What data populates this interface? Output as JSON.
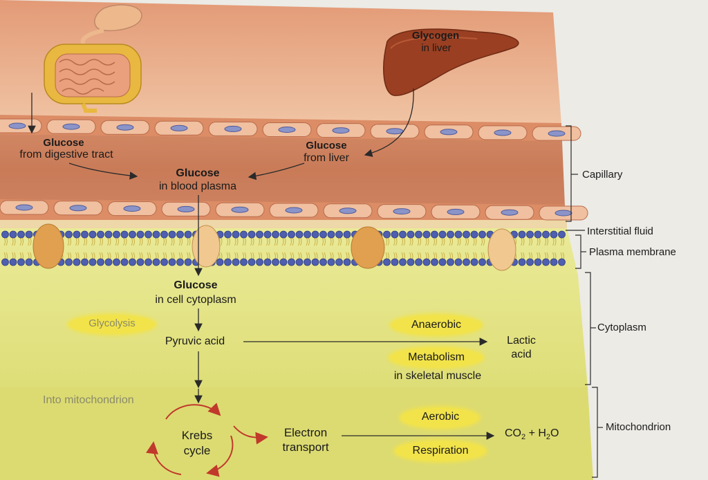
{
  "labels": {
    "glycogen_line1": "Glycogen",
    "glycogen_line2": "in liver",
    "glucose_digestive_line1": "Glucose",
    "glucose_digestive_line2": "from digestive tract",
    "glucose_liver_line1": "Glucose",
    "glucose_liver_line2": "from liver",
    "glucose_plasma_line1": "Glucose",
    "glucose_plasma_line2": "in blood plasma",
    "glucose_cytoplasm_line1": "Glucose",
    "glucose_cytoplasm_line2": "in cell cytoplasm",
    "glycolysis": "Glycolysis",
    "pyruvic_acid": "Pyruvic acid",
    "anaerobic": "Anaerobic",
    "metabolism": "Metabolism",
    "in_skeletal_muscle": "in skeletal muscle",
    "lactic_acid_line1": "Lactic",
    "lactic_acid_line2": "acid",
    "into_mitochondrion": "Into mitochondrion",
    "krebs_line1": "Krebs",
    "krebs_line2": "cycle",
    "electron_line1": "Electron",
    "electron_line2": "transport",
    "aerobic": "Aerobic",
    "respiration": "Respiration",
    "co2_h2o": "CO2 + H2O"
  },
  "side_labels": {
    "capillary": "Capillary",
    "interstitial_fluid": "Interstitial fluid",
    "plasma_membrane": "Plasma membrane",
    "cytoplasm": "Cytoplasm",
    "mitochondrion": "Mitochondrion"
  },
  "colors": {
    "tissue_top": "#e9a882",
    "capillary_wall": "#d9825a",
    "capillary_lumen": "#c2704d",
    "cytoplasm": "#e6e68a",
    "mitochondrion_band": "#d9d86a",
    "highlight": "#f2e34a",
    "membrane_head": "#4e5fb0",
    "protein": "#e0a050",
    "krebs_arrow": "#c0392b"
  }
}
